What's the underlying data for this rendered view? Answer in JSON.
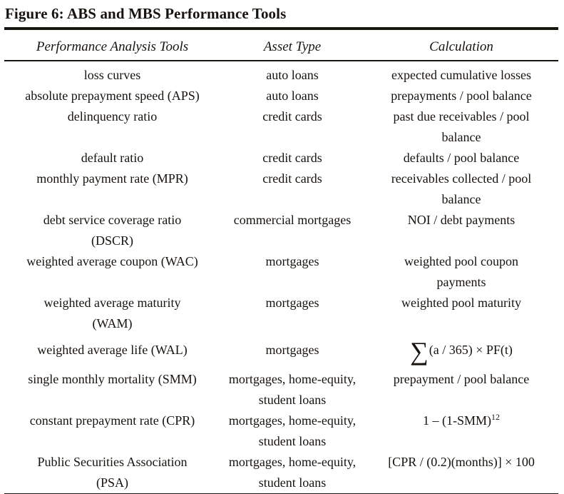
{
  "title": "Figure 6: ABS and MBS Performance Tools",
  "table": {
    "headers": [
      "Performance Analysis Tools",
      "Asset Type",
      "Calculation"
    ],
    "rows": [
      {
        "tool": "loss curves",
        "asset": "auto loans",
        "calc": "expected cumulative losses"
      },
      {
        "tool": "absolute prepayment speed (APS)",
        "asset": "auto loans",
        "calc": "prepayments / pool balance"
      },
      {
        "tool": "delinquency ratio",
        "asset": "credit cards",
        "calc": "past due receivables / pool\nbalance"
      },
      {
        "tool": "default ratio",
        "asset": "credit cards",
        "calc": "defaults / pool balance"
      },
      {
        "tool": "monthly payment rate (MPR)",
        "asset": "credit cards",
        "calc": "receivables collected / pool\nbalance"
      },
      {
        "tool": "debt service coverage ratio\n(DSCR)",
        "asset": "commercial mortgages",
        "calc": "NOI / debt payments"
      },
      {
        "tool": "weighted average coupon (WAC)",
        "asset": "mortgages",
        "calc": "weighted pool coupon\npayments"
      },
      {
        "tool": "weighted average maturity\n(WAM)",
        "asset": "mortgages",
        "calc": "weighted pool maturity"
      },
      {
        "tool": "weighted average life (WAL)",
        "asset": "mortgages",
        "calc": "(a / 365) × PF(t)",
        "calc_sigma": "∑"
      },
      {
        "tool": "single monthly mortality (SMM)",
        "asset": "mortgages, home-equity,\nstudent loans",
        "calc": "prepayment / pool balance"
      },
      {
        "tool": "constant prepayment rate (CPR)",
        "asset": "mortgages, home-equity,\nstudent loans",
        "calc": "1 – (1-SMM)",
        "calc_sup": "12"
      },
      {
        "tool": "Public Securities Association\n(PSA)",
        "asset": "mortgages, home-equity,\nstudent loans",
        "calc": "[CPR / (0.2)(months)] × 100"
      }
    ]
  },
  "colors": {
    "text": "#17130e",
    "rule": "#17130e",
    "background": "#ffffff"
  }
}
